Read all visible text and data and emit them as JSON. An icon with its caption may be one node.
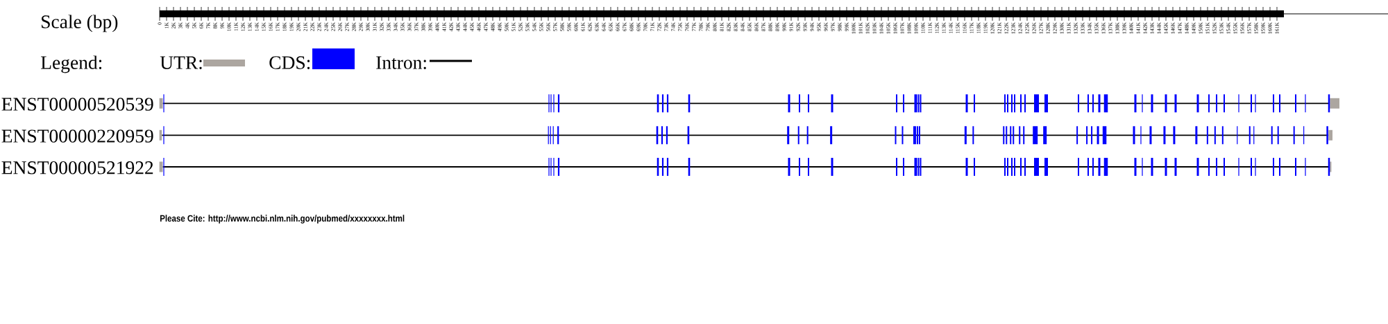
{
  "diagram": {
    "labels": [
      "Scale (bp)",
      "0",
      "1K",
      "2K",
      "3K",
      "4K",
      "5K",
      "6K",
      "7K",
      "8K",
      "9K",
      "10K",
      "11K",
      "12K",
      "13K",
      "14K",
      "15K",
      "16K",
      "17K",
      "18K",
      "19K",
      "20K",
      "21K",
      "22K",
      "23K",
      "24K",
      "25K",
      "26K",
      "27K",
      "28K",
      "29K",
      "30K",
      "31K",
      "32K",
      "33K",
      "34K",
      "35K",
      "36K",
      "37K",
      "38K",
      "39K",
      "40K",
      "41K",
      "42K",
      "43K",
      "44K",
      "45K",
      "46K",
      "47K",
      "48K",
      "49K",
      "50K",
      "51K",
      "52K",
      "53K",
      "54K",
      "55K",
      "56K",
      "57K",
      "58K",
      "59K",
      "60K",
      "61K",
      "62K",
      "63K",
      "64K",
      "65K",
      "66K",
      "67K",
      "68K",
      "69K",
      "70K",
      "71K",
      "72K",
      "73K",
      "74K",
      "75K",
      "76K",
      "77K",
      "78K",
      "79K",
      "80K",
      "81K",
      "82K",
      "83K",
      "84K",
      "85K",
      "86K",
      "87K",
      "88K",
      "89K",
      "90K",
      "91K",
      "92K",
      "93K",
      "94K",
      "95K",
      "96K",
      "97K",
      "98K",
      "99K",
      "100K",
      "101K",
      "102K",
      "103K",
      "104K",
      "105K",
      "106K",
      "107K",
      "108K",
      "109K",
      "110K",
      "111K",
      "112K",
      "113K",
      "114K",
      "115K",
      "116K",
      "117K",
      "118K",
      "119K",
      "120K",
      "121K",
      "122K",
      "123K",
      "124K",
      "125K",
      "126K",
      "127K",
      "128K",
      "129K",
      "130K",
      "131K",
      "132K",
      "133K",
      "134K",
      "135K",
      "136K",
      "137K",
      "138K",
      "139K",
      "140K",
      "141K",
      "142K",
      "143K",
      "144K",
      "145K",
      "146K",
      "147K",
      "148K",
      "149K",
      "150K",
      "151K",
      "152K",
      "153K",
      "154K",
      "155K",
      "156K",
      "157K",
      "158K",
      "159K",
      "160K",
      "161K",
      "Legend:",
      "ENST00000520539",
      "ENST00000220959",
      "ENST00000521922",
      "Please Cite: http://www.ncbi.nlm.nih.gov/pubmed/xxxxxxxx.html"
    ],
    "legend": [
      {
        "text": "UTR:",
        "color": "#aca6a0"
      },
      {
        "text": "CDS:",
        "color": "#0000ff"
      },
      {
        "text": "Intron:"
      }
    ]
  }
}
